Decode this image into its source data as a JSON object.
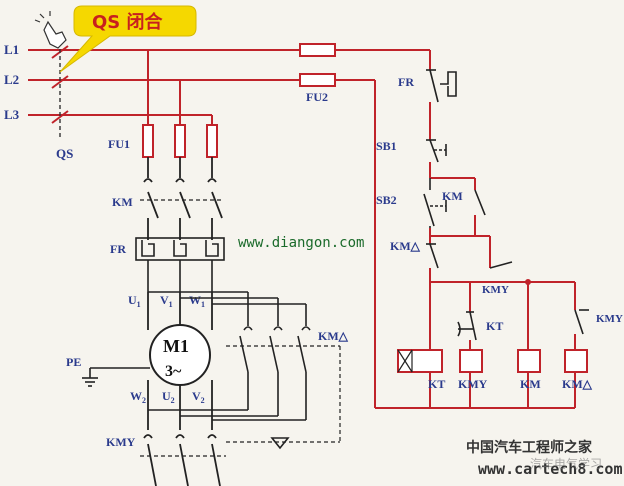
{
  "callout": {
    "text": "QS 闭合",
    "color": "#f5d800",
    "text_color": "#c8201e"
  },
  "colors": {
    "wire_red": "#c0232a",
    "wire_black": "#222222",
    "label_blue": "#2a3a8c"
  },
  "lines": {
    "l1": "L1",
    "l2": "L2",
    "l3": "L3",
    "qs": "QS"
  },
  "fuses": {
    "fu1": "FU1",
    "fu2": "FU2"
  },
  "main": {
    "km": "KM",
    "fr": "FR",
    "kmy": "KMY",
    "pe": "PE",
    "km_delta": "KM△"
  },
  "motor": {
    "name": "M1",
    "phase": "3~",
    "u1": "U",
    "u1s": "1",
    "v1": "V",
    "v1s": "1",
    "w1": "W",
    "w1s": "1",
    "w2": "W",
    "w2s": "2",
    "u2": "U",
    "u2s": "2",
    "v2": "V",
    "v2s": "2"
  },
  "control": {
    "fr": "FR",
    "sb1": "SB1",
    "sb2": "SB2",
    "km": "KM",
    "km_delta": "KM△",
    "kmy": "KMY",
    "kt": "KT",
    "kmy_right": "KMY",
    "coils": [
      "KT",
      "KMY",
      "KM",
      "KM△"
    ]
  },
  "watermarks": {
    "diangon": "www.diangon.com",
    "chinese": "中国汽车工程师之家",
    "cartech": "www.cartech8.com",
    "wechat": "汽车电气学习"
  },
  "icons": {
    "hand": "hand-pointer-icon",
    "ground": "ground-icon"
  }
}
